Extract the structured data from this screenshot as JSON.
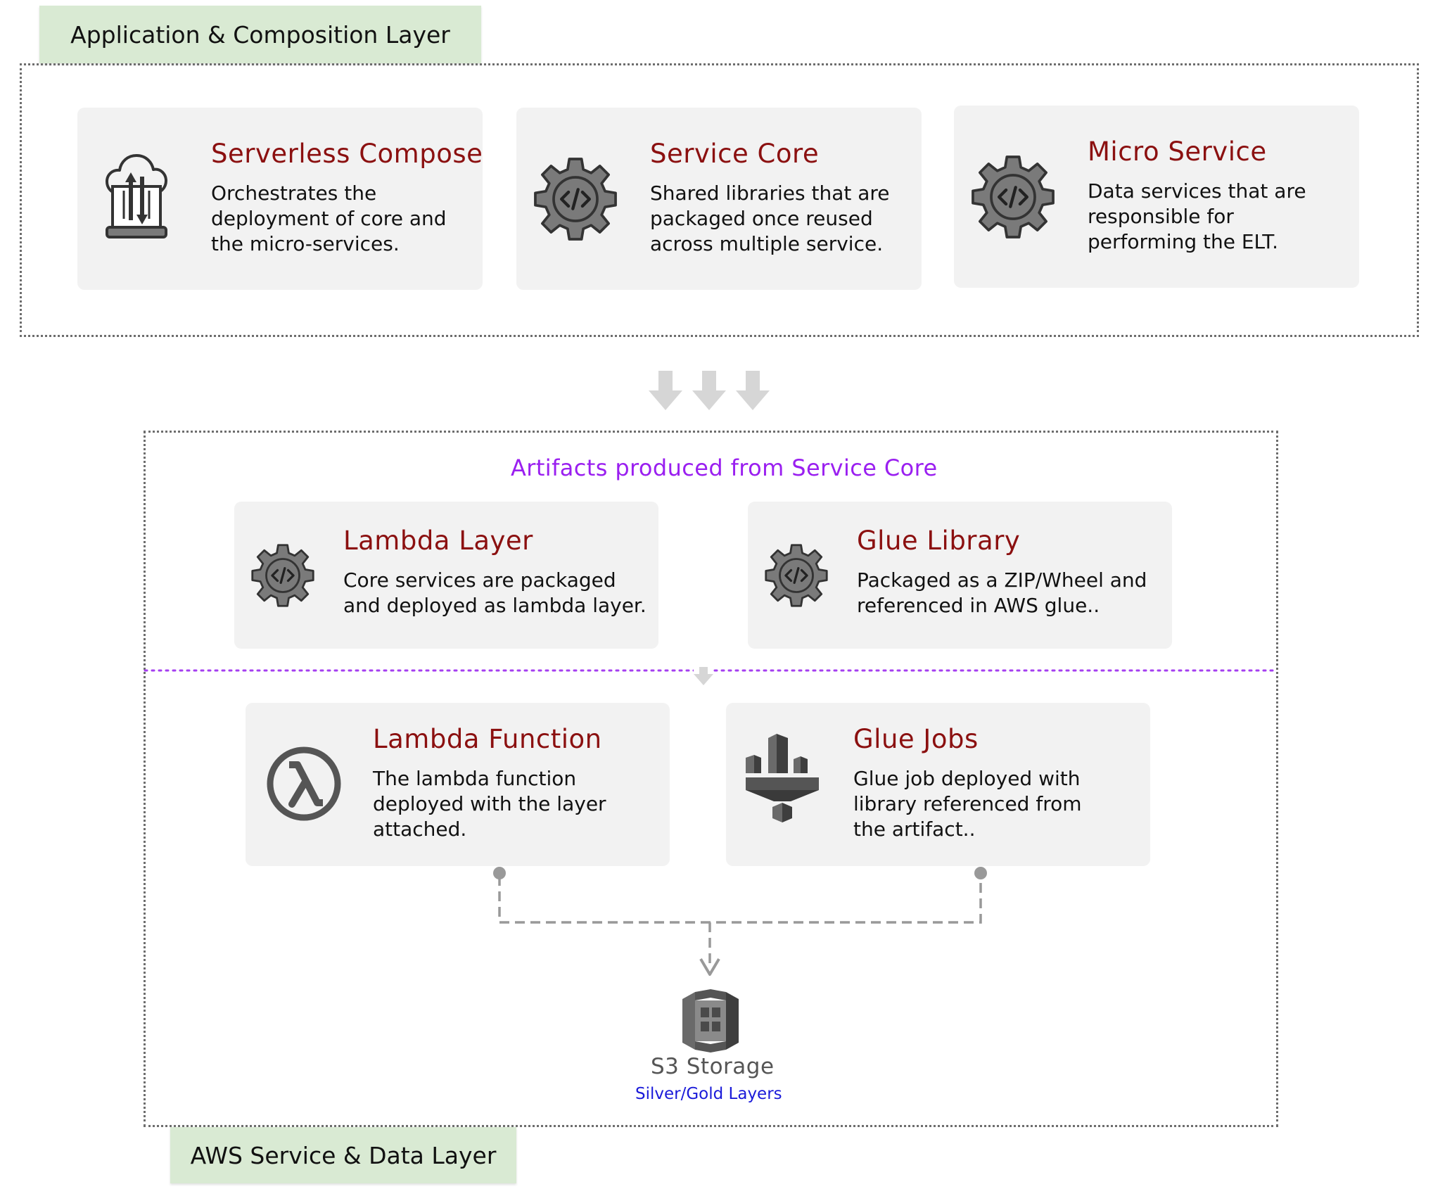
{
  "top_layer": {
    "label": "Application & Composition Layer",
    "cards": [
      {
        "title": "Serverless Compose",
        "lines": [
          "Orchestrates the",
          "deployment of core and",
          "the micro-services."
        ],
        "icon": "cloud-laptop-upload-icon"
      },
      {
        "title": "Service Core",
        "lines": [
          "Shared libraries that are",
          "packaged once reused",
          "across multiple service."
        ],
        "icon": "gear-code-icon"
      },
      {
        "title": "Micro Service",
        "lines": [
          "Data services that are",
          "responsible for",
          "performing the ELT."
        ],
        "icon": "gear-code-icon"
      }
    ]
  },
  "bottom_layer": {
    "label": "AWS Service & Data Layer",
    "heading": "Artifacts produced from Service Core",
    "artifact_cards": [
      {
        "title": "Lambda Layer",
        "lines": [
          "Core services are packaged",
          "and deployed as lambda layer."
        ],
        "icon": "gear-code-icon"
      },
      {
        "title": "Glue Library",
        "lines": [
          "Packaged as a ZIP/Wheel and",
          "referenced in AWS glue.."
        ],
        "icon": "gear-code-icon"
      }
    ],
    "service_cards": [
      {
        "title": "Lambda Function",
        "lines": [
          "The lambda function",
          "deployed with the layer",
          "attached."
        ],
        "icon": "lambda-icon"
      },
      {
        "title": "Glue Jobs",
        "lines": [
          "Glue job deployed with",
          "library referenced from",
          "the artifact.."
        ],
        "icon": "aws-glue-icon"
      }
    ],
    "storage": {
      "label": "S3 Storage",
      "sublabel": "Silver/Gold Layers",
      "icon": "aws-s3-icon"
    }
  },
  "colors": {
    "title": "#8b1010",
    "heading": "#9a1ff0",
    "tag_bg": "#d9ead3",
    "card_bg": "#f2f2f2",
    "sublabel": "#1a1ad9"
  }
}
